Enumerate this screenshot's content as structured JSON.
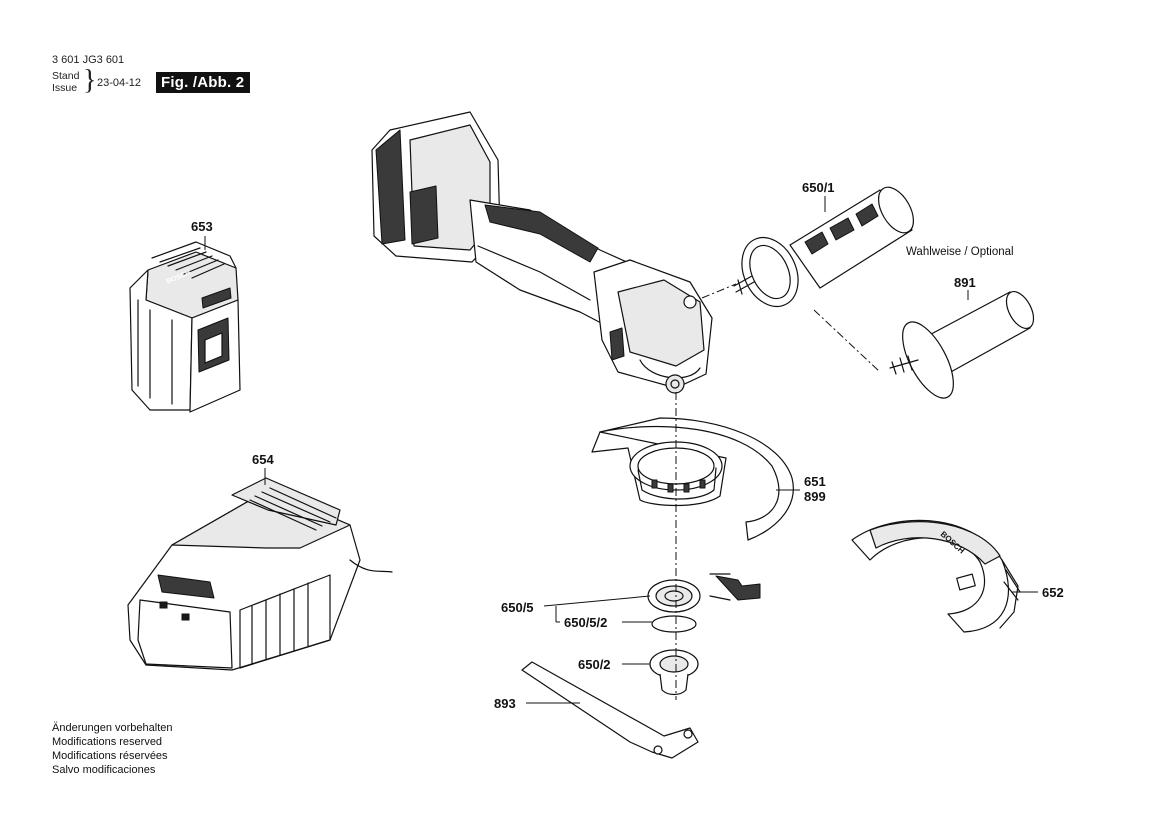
{
  "header": {
    "doc_number": "3 601 JG3 601",
    "stand_label": "Stand",
    "issue_label": "Issue",
    "date": "23-04-12",
    "figure_label": "Fig. /Abb. 2"
  },
  "parts": [
    {
      "id": "p653",
      "label": "653"
    },
    {
      "id": "p654",
      "label": "654"
    },
    {
      "id": "p650_1",
      "label": "650/1"
    },
    {
      "id": "p891",
      "label": "891"
    },
    {
      "id": "p651",
      "label": "651"
    },
    {
      "id": "p899",
      "label": "899"
    },
    {
      "id": "p652",
      "label": "652"
    },
    {
      "id": "p650_5",
      "label": "650/5"
    },
    {
      "id": "p650_5_2",
      "label": "650/5/2"
    },
    {
      "id": "p650_2",
      "label": "650/2"
    },
    {
      "id": "p893",
      "label": "893"
    }
  ],
  "optional_note": "Wahlweise / Optional",
  "guard_brand": "BOSCH",
  "battery_brand": "BOSCH",
  "footer": [
    "Änderungen vorbehalten",
    "Modifications reserved",
    "Modifications réservées",
    "Salvo modificaciones"
  ]
}
